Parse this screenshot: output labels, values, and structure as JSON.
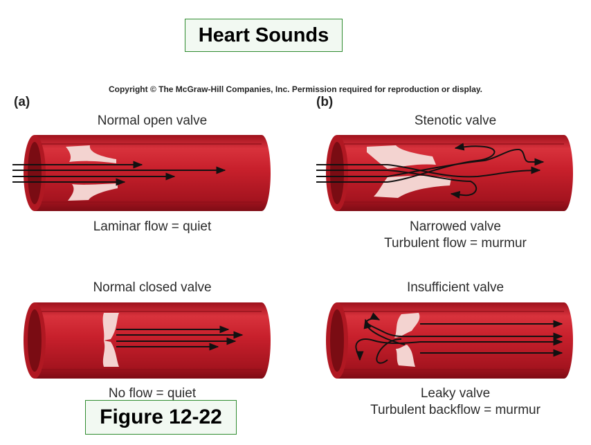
{
  "title": "Heart Sounds",
  "copyright": "Copyright © The McGraw-Hill Companies, Inc. Permission required for reproduction or display.",
  "panels": {
    "a": {
      "letter": "(a)",
      "open": {
        "heading": "Normal open valve",
        "caption": "Laminar flow = quiet"
      },
      "closed": {
        "heading": "Normal closed valve",
        "caption": "No flow = quiet"
      }
    },
    "b": {
      "letter": "(b)",
      "stenotic": {
        "heading": "Stenotic valve",
        "caption_line1": "Narrowed valve",
        "caption_line2": "Turbulent flow = murmur"
      },
      "insufficient": {
        "heading": "Insufficient valve",
        "caption_line1": "Leaky valve",
        "caption_line2": "Turbulent backflow = murmur"
      }
    }
  },
  "figure_label": "Figure  12-22",
  "colors": {
    "vessel_body": "#c8202c",
    "vessel_dark": "#8e0f19",
    "vessel_lumen": "#a0141f",
    "valve_tissue": "#f3d3d0",
    "arrow": "#111111",
    "box_border": "#2e8b2e"
  }
}
